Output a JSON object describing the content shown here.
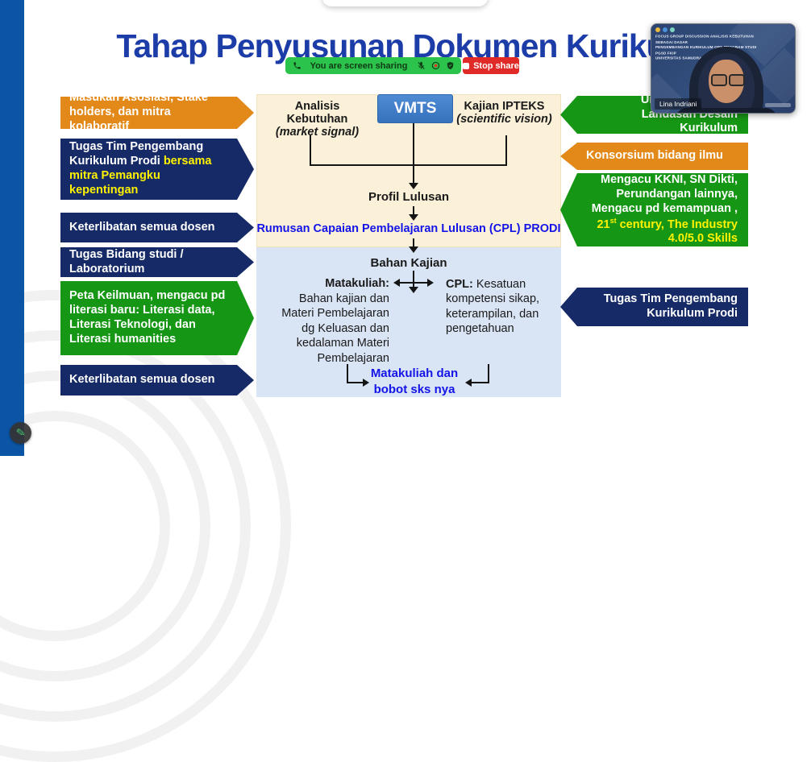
{
  "colors": {
    "accent_blue_title": "#1c3ca8",
    "side_strip_blue": "#0c55a6",
    "banner_orange": "#e2891a",
    "banner_navy": "#152a66",
    "banner_green": "#169615",
    "highlight_yellow": "#fff200",
    "share_green": "#2bc34b",
    "stop_red": "#df2a28",
    "cream_panel": "#fbf0d8",
    "lightblue_panel": "#d9e4f4",
    "vmts_blue": "#3e7cc7",
    "flow_blue_text": "#1414e8"
  },
  "icons": {
    "phone": "phone-icon",
    "mic_muted": "mic-muted-icon",
    "recording": "recording-icon",
    "security": "security-icon",
    "stop": "stop-square-icon",
    "annotate": "pencil-icon"
  },
  "share_bar": {
    "status": "You are screen sharing",
    "stop": "Stop share"
  },
  "slide": {
    "title": "Tahap Penyusunan Dokumen Kurikulum",
    "left_banners": {
      "b1": "Masukan Asosiasi, Stake holders, dan mitra kolaboratif",
      "b2_white": "Tugas Tim Pengembang Kurikulum Prodi ",
      "b2_yellow": "bersama mitra Pemangku kepentingan",
      "b3": "Keterlibatan semua dosen",
      "b4": "Tugas Bidang studi / Laboratorium",
      "b5": "Peta Keilmuan, mengacu pd literasi baru: Literasi data, Literasi Teknologi, dan Literasi humanities",
      "b6": "Keterlibatan semua dosen"
    },
    "right_banners": {
      "r1": "University Value / Landasan Desain Kurikulum",
      "r2": "Konsorsium bidang ilmu",
      "r3_white": "Mengacu KKNI, SN Dikti, Perundangan lainnya, Mengacu pd kemampuan , ",
      "r3_yellow_num": "21",
      "r3_yellow_sup": "st",
      "r3_yellow_rest": " century, The Industry 4.0/5.0 Skills",
      "r4": "Tugas Tim Pengembang Kurikulum Prodi"
    },
    "flowchart": {
      "analisis": "Analisis Kebutuhan",
      "analisis_sub": "(market signal)",
      "vmts": "VMTS",
      "kajian": "Kajian IPTEKS",
      "kajian_sub": "(scientific vision)",
      "profil": "Profil Lulusan",
      "rumusan": "Rumusan Capaian Pembelajaran Lulusan (CPL) PRODI",
      "bahan": "Bahan Kajian",
      "matakuliah_label": "Matakuliah:",
      "matakuliah_body": "Bahan kajian dan Materi Pembelajaran dg Keluasan dan kedalaman Materi Pembelajaran",
      "cpl_label": "CPL:",
      "cpl_body": " Kesatuan kompetensi sikap, keterampilan, dan pengetahuan",
      "bobot": "Matakuliah dan bobot sks nya"
    }
  },
  "webcam": {
    "name": "Lina Indriani",
    "bg_line1": "FOCUS GROUP DISCUSSION ANALISIS KEBUTUHAN SEBAGAI DASAR",
    "bg_line2": "PENGEMBANGAN KURIKULUM OBE PROGRAM STUDI PGSD FKIP",
    "bg_line3": "UNIVERSITAS SAMUDRA"
  }
}
